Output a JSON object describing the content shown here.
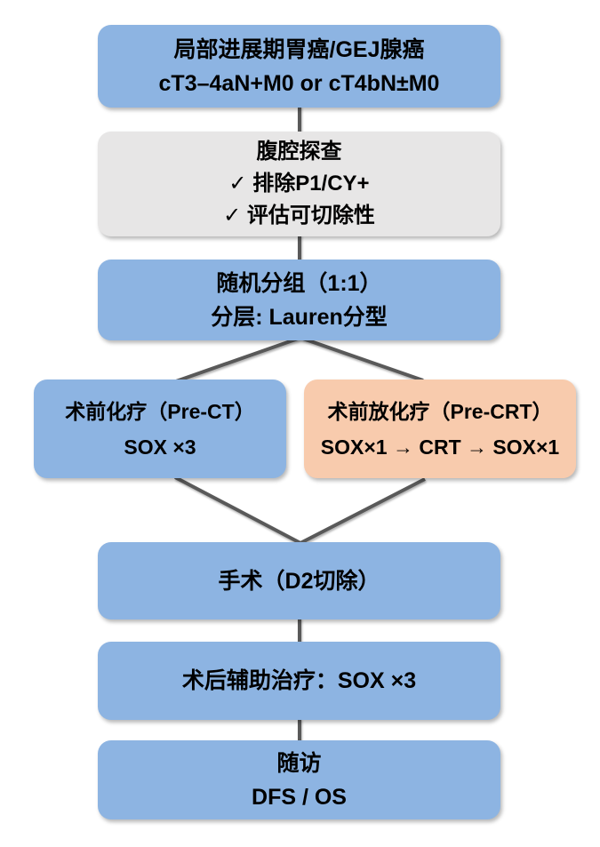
{
  "flowchart": {
    "colors": {
      "blue": "#8DB4E2",
      "orange": "#F8CBAD",
      "gray": "#E7E6E6",
      "connector": "#595959",
      "text": "#000000",
      "background": "#FFFFFF"
    },
    "nodes": {
      "diagnosis": {
        "line1": "局部进展期胃癌/GEJ腺癌",
        "line2": "cT3–4aN+M0 or cT4bN±M0"
      },
      "exploration": {
        "line1": "腹腔探查",
        "line2": "✓ 排除P1/CY+",
        "line3": "✓ 评估可切除性"
      },
      "randomization": {
        "line1": "随机分组（1:1）",
        "line2": "分层: Lauren分型"
      },
      "pre_ct": {
        "line1": "术前化疗（Pre-CT）",
        "line2": "SOX ×3"
      },
      "pre_crt": {
        "line1": "术前放化疗（Pre-CRT）",
        "line2": "SOX×1 → CRT → SOX×1"
      },
      "surgery": {
        "line1": "手术（D2切除）"
      },
      "adjuvant": {
        "line1": "术后辅助治疗：SOX ×3"
      },
      "follow_up": {
        "line1": "随访",
        "line2": "DFS / OS"
      }
    }
  }
}
